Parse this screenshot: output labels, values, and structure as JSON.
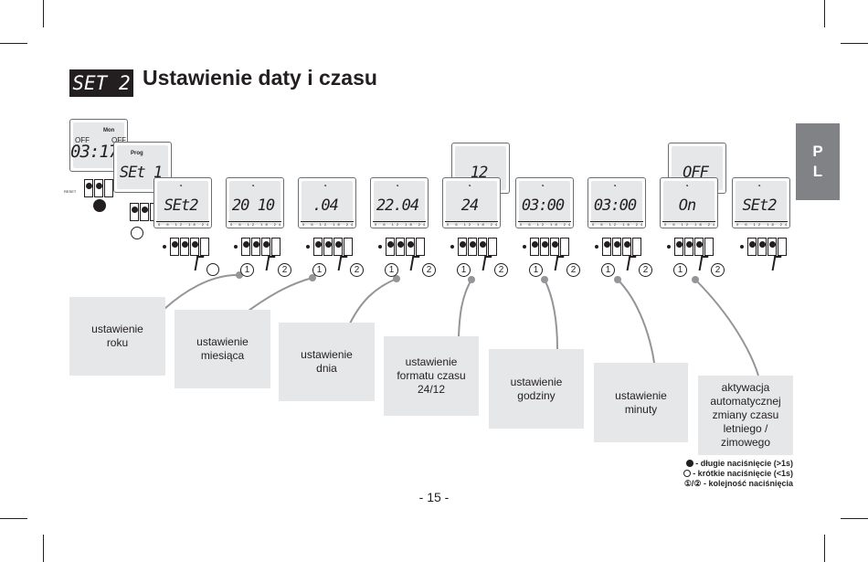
{
  "badge": "SET 2",
  "title": "Ustawienie daty i czasu",
  "lang_tab": [
    "P",
    "L"
  ],
  "first_screen": {
    "top": "OFF",
    "top_right": "OFF",
    "day": "Mon",
    "time": "03:17"
  },
  "prog_screen": {
    "label": "Prog",
    "value": "SEt 1"
  },
  "small_label": "RESET",
  "lcd_screens": [
    "SEt2",
    "20 10",
    ".04",
    "22.04",
    "24",
    "03:00",
    "03:00",
    "On",
    "SEt2"
  ],
  "back_screens": [
    "12",
    "OFF"
  ],
  "tick_labels": "0 6 12 18 24",
  "sequence": {
    "one": "1",
    "two": "2"
  },
  "labels": [
    "ustawienie\nroku",
    "ustawienie\nmiesiąca",
    "ustawienie\ndnia",
    "ustawienie\nformatu czasu\n24/12",
    "ustawienie\ngodziny",
    "ustawienie\nminuty",
    "aktywacja\nautomatycznej\nzmiany czasu\nletniego /\nzimowego"
  ],
  "legend": {
    "long": "- długie naciśnięcie (>1s)",
    "short": "- krótkie naciśnięcie (<1s)",
    "order": "①/② -  kolejność naciśnięcia"
  },
  "page_number": "- 15 -"
}
